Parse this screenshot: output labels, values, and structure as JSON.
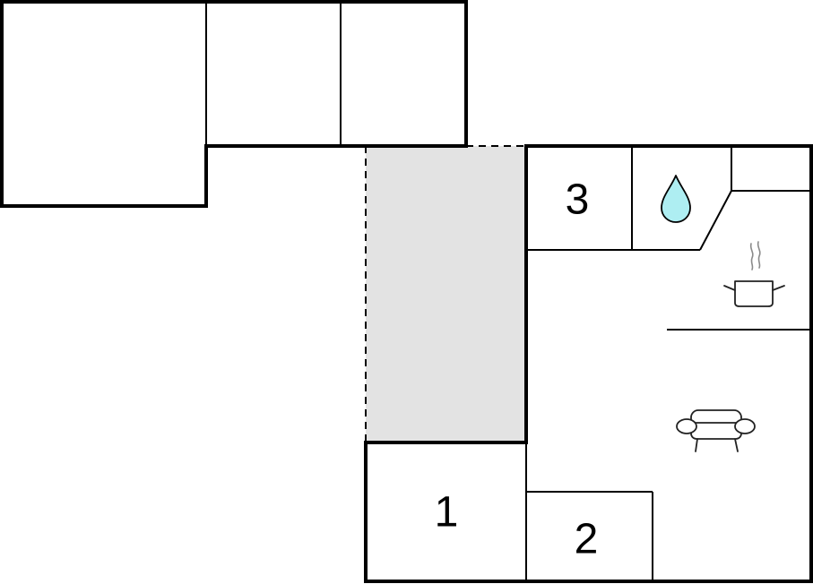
{
  "rooms": {
    "bedroom_1": {
      "number": "1"
    },
    "bedroom_2": {
      "number": "2"
    },
    "bedroom_3": {
      "number": "3"
    }
  },
  "icons": {
    "bathroom": "water-drop-icon",
    "kitchen": "cooking-pot-icon",
    "living_room": "sofa-icon"
  },
  "colors": {
    "terrace": "#e3e3e3",
    "water_drop": "#aeeef2",
    "walls": "#000000"
  }
}
